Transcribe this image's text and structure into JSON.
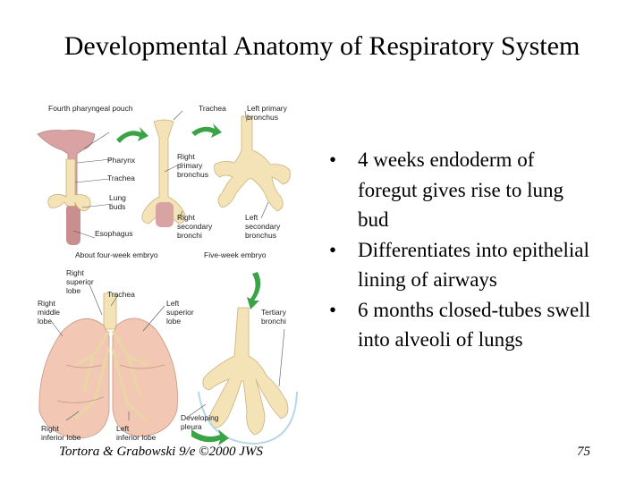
{
  "slide": {
    "title": "Developmental Anatomy of Respiratory System",
    "bullets": [
      "4 weeks endoderm of foregut gives rise to lung bud",
      "Differentiates into epithelial lining of airways",
      "6 months closed-tubes swell into alveoli of lungs"
    ],
    "citation": "Tortora & Grabowski 9/e ©2000 JWS",
    "page_number": "75"
  },
  "figure": {
    "labels": {
      "fourth_pharyngeal_pouch": "Fourth pharyngeal pouch",
      "trachea_top": "Trachea",
      "left_primary_bronchus": "Left primary\nbronchus",
      "pharynx": "Pharynx",
      "trachea_mid": "Trachea",
      "lung_buds": "Lung\nbuds",
      "esophagus": "Esophagus",
      "right_primary_bronchus": "Right\nprimary\nbronchus",
      "right_secondary_bronchi": "Right\nsecondary\nbronchi",
      "left_secondary_bronchus": "Left\nsecondary\nbronchus",
      "caption_four_week": "About four-week embryo",
      "caption_five_week": "Five-week embryo",
      "right_superior_lobe": "Right\nsuperior\nlobe",
      "trachea_lower": "Trachea",
      "right_middle_lobe": "Right\nmiddle\nlobe",
      "left_superior_lobe": "Left\nsuperior\nlobe",
      "tertiary_bronchi": "Tertiary\nbronchi",
      "developing_pleura": "Developing\npleura",
      "right_inferior_lobe": "Right\ninferior lobe",
      "left_inferior_lobe": "Left\ninferior lobe"
    },
    "colors": {
      "foregut_tissue": "#d9a3a3",
      "bronchial_tree": "#f3e3b6",
      "lung_tissue": "#f2c7b4",
      "arrow": "#3aa346"
    }
  }
}
